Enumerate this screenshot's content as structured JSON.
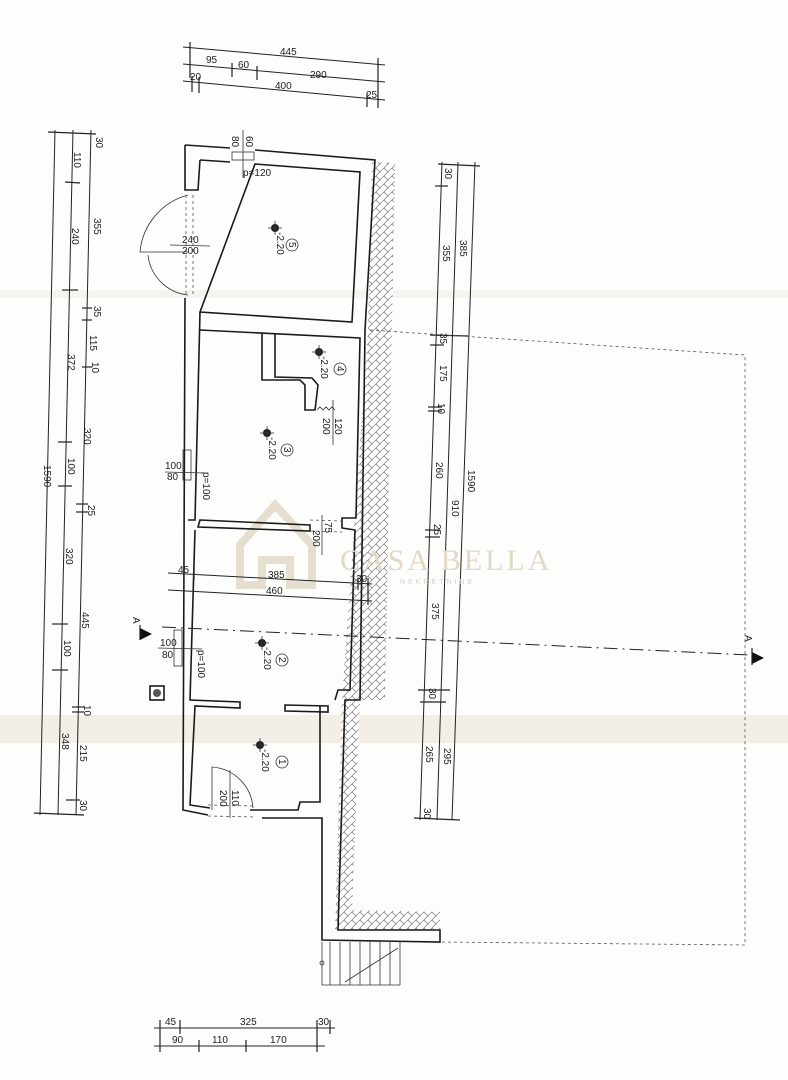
{
  "watermark": {
    "brand": "CASA BELLA",
    "tagline": "NEKRETNINE"
  },
  "top_dims": {
    "overall": "445",
    "row2": [
      "95",
      "60",
      "290"
    ],
    "row3": [
      "20",
      "400",
      "25"
    ]
  },
  "left_dims": {
    "outer": [
      "1590"
    ],
    "middle": [
      "110",
      "240",
      "115",
      "320",
      "100",
      "320",
      "100",
      "215"
    ],
    "inner": [
      "30",
      "355",
      "35",
      "372",
      "10",
      "25",
      "445",
      "10",
      "348",
      "30"
    ]
  },
  "right_dims": {
    "inner": [
      "30",
      "355",
      "35",
      "175",
      "10",
      "260",
      "25",
      "375",
      "30",
      "265",
      "30"
    ],
    "middle": [
      "385",
      "910",
      "295"
    ],
    "outer": [
      "1590"
    ]
  },
  "bottom_dims": {
    "row1": [
      "45",
      "325",
      "30"
    ],
    "row2": [
      "90",
      "110",
      "170"
    ]
  },
  "interior_dims": {
    "row1": [
      "45",
      "385",
      "30"
    ],
    "row2": [
      "460"
    ]
  },
  "openings": {
    "window_room5": {
      "w": "80",
      "h": "60",
      "parapet": "p=120"
    },
    "door_room5": {
      "w": "240",
      "h": "200"
    },
    "window_room3": {
      "w": "100",
      "h": "80",
      "parapet": "p=100"
    },
    "door_room4": {
      "w": "120",
      "h": "200"
    },
    "door_room3_2": {
      "w": "75",
      "h": "200"
    },
    "window_room2": {
      "w": "100",
      "h": "80",
      "parapet": "p=100"
    },
    "door_room1": {
      "w": "110",
      "h": "200"
    }
  },
  "rooms": [
    {
      "number": "5",
      "level": "-2.20"
    },
    {
      "number": "4",
      "level": "-2.20"
    },
    {
      "number": "3",
      "level": "-2.20"
    },
    {
      "number": "2",
      "level": "-2.20"
    },
    {
      "number": "1",
      "level": "-2.20"
    }
  ],
  "section": {
    "label_left": "A",
    "label_right": "A"
  }
}
